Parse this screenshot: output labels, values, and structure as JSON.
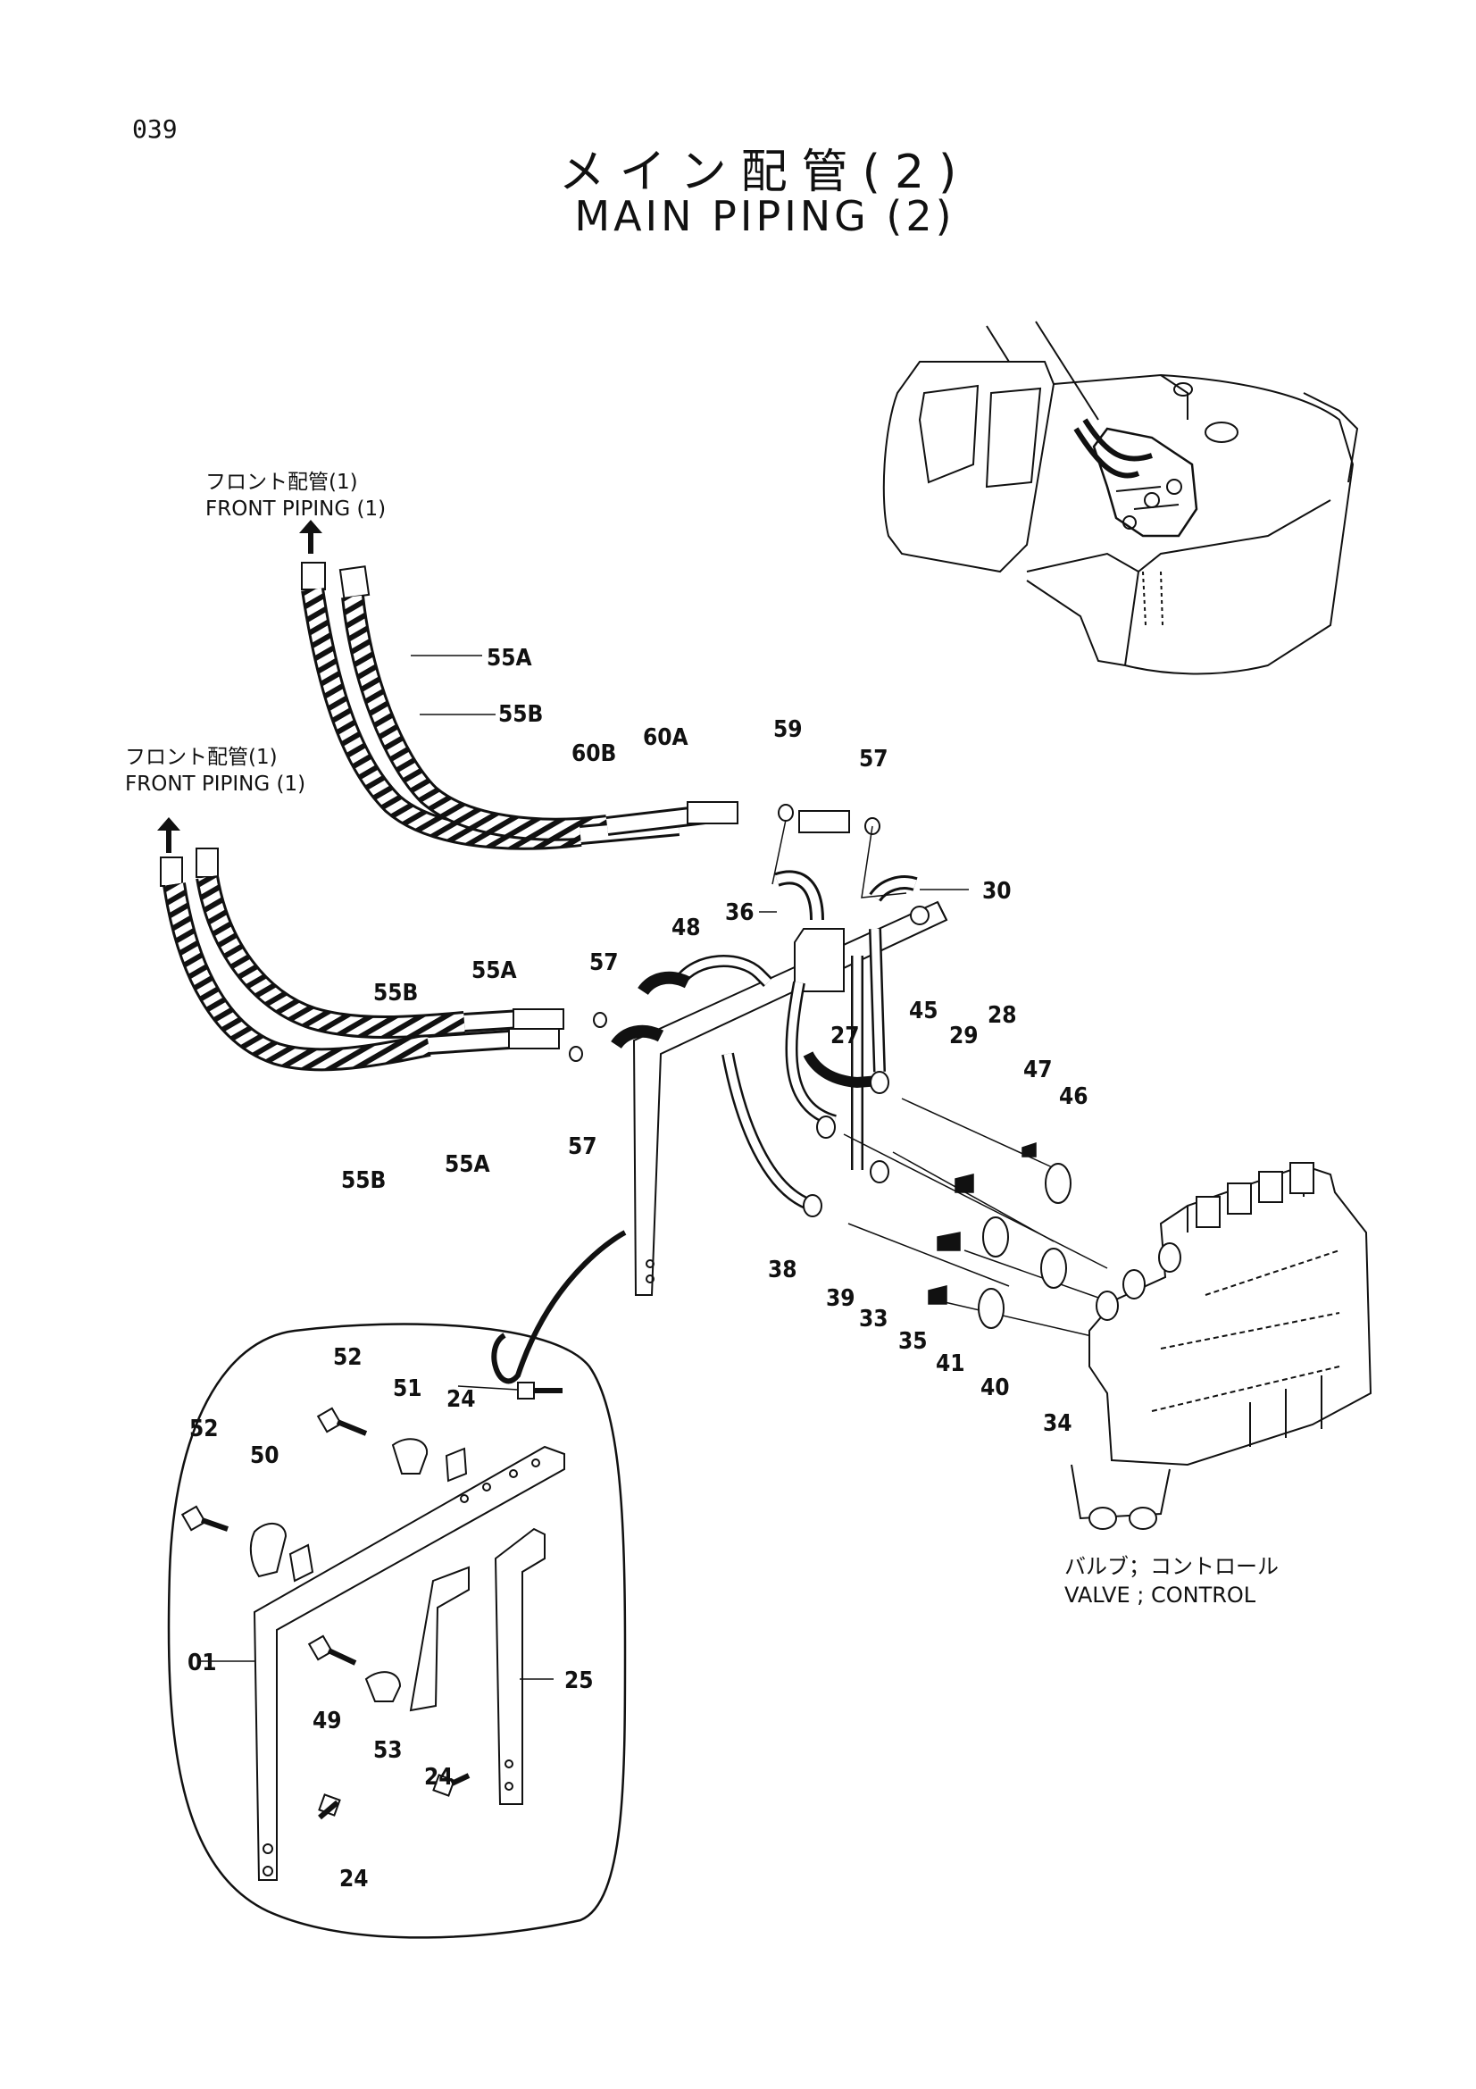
{
  "page_number": "039",
  "title": {
    "japanese": "メイン配管(2)",
    "english": "MAIN PIPING (2)"
  },
  "references": {
    "front_piping_upper": {
      "jp": "フロント配管(1)",
      "en": "FRONT PIPING (1)"
    },
    "front_piping_lower": {
      "jp": "フロント配管(1)",
      "en": "FRONT PIPING (1)"
    },
    "control_valve": {
      "jp": "バルブ；コントロール",
      "en": "VALVE ; CONTROL"
    }
  },
  "part_callouts": {
    "c55A_top": "55A",
    "c55B_top": "55B",
    "c60B": "60B",
    "c60A": "60A",
    "c59": "59",
    "c57_top": "57",
    "c30": "30",
    "c36": "36",
    "c48": "48",
    "c55A_mid": "55A",
    "c55B_mid": "55B",
    "c57_mid": "57",
    "c57_low": "57",
    "c55B_low": "55B",
    "c55A_low": "55A",
    "c27": "27",
    "c45": "45",
    "c29": "29",
    "c28": "28",
    "c47": "47",
    "c46": "46",
    "c38": "38",
    "c39": "39",
    "c33": "33",
    "c35": "35",
    "c41": "41",
    "c40": "40",
    "c34": "34",
    "c52_a": "52",
    "c52_b": "52",
    "c51": "51",
    "c24_top": "24",
    "c50": "50",
    "c01": "01",
    "c49": "49",
    "c25": "25",
    "c53": "53",
    "c24_bot_r": "24",
    "c24_bot_l": "24"
  }
}
